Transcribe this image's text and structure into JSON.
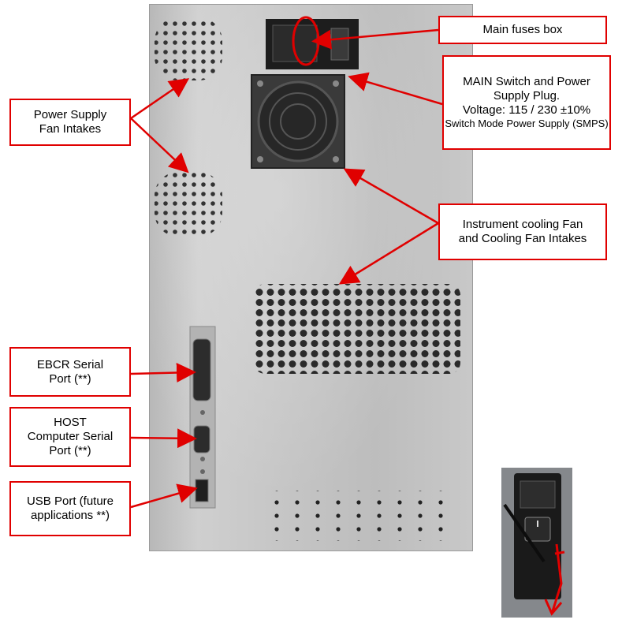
{
  "callouts": {
    "main_fuses": "Main fuses box",
    "main_switch": {
      "line1": "MAIN Switch and Power Supply Plug.",
      "line2": "Voltage: 115 / 230 ±10%",
      "line3": "Switch Mode Power Supply (SMPS)"
    },
    "ps_fan": "Power Supply\nFan Intakes",
    "cooling_fan": "Instrument cooling Fan\nand Cooling Fan Intakes",
    "ebcr": "EBCR Serial\nPort (**)",
    "host": "HOST\nComputer Serial\nPort (**)",
    "usb": "USB Port (future\napplications **)"
  },
  "colors": {
    "callout_border": "#e00000",
    "arrow": "#e00000",
    "panel": "#c4c4c4"
  }
}
